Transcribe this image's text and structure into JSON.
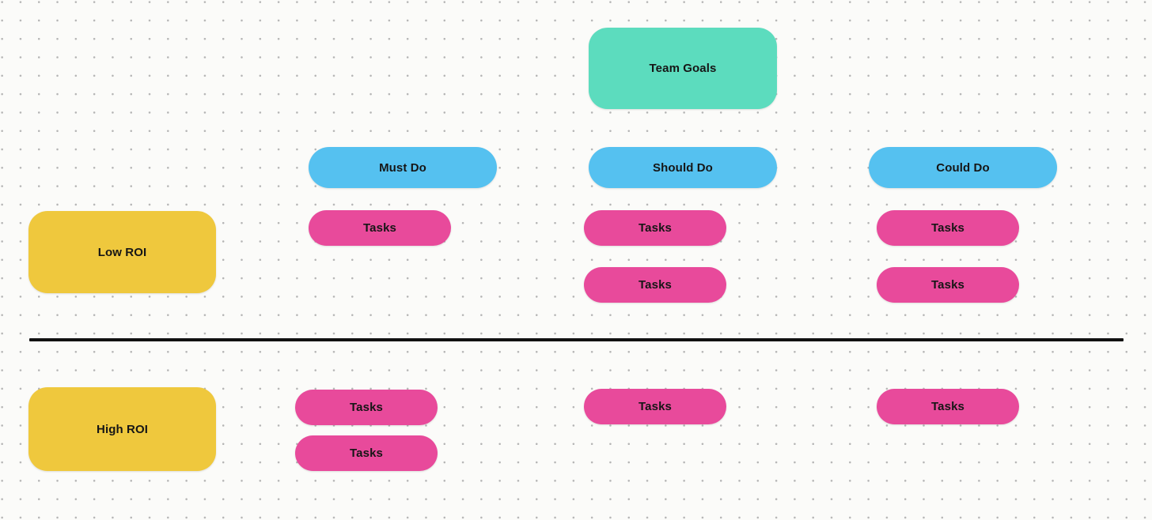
{
  "board": {
    "background": {
      "color": "#fbfbf9",
      "dot_color": "#b4b4b4"
    },
    "colors": {
      "teal": "#5cdcbe",
      "blue": "#55c1f0",
      "pink": "#e84a9b",
      "yellow": "#efc83d",
      "divider": "#111111"
    },
    "goal_node": {
      "label": "Team Goals"
    },
    "row_labels": {
      "upper": {
        "label": "Low ROI"
      },
      "lower": {
        "label": "High ROI"
      }
    },
    "upper": {
      "columns": [
        {
          "header": "Must Do",
          "tasks": [
            "Tasks"
          ]
        },
        {
          "header": "Should Do",
          "tasks": [
            "Tasks",
            "Tasks"
          ]
        },
        {
          "header": "Could Do",
          "tasks": [
            "Tasks",
            "Tasks"
          ]
        }
      ]
    },
    "lower": {
      "columns": [
        {
          "tasks": [
            "Tasks",
            "Tasks"
          ]
        },
        {
          "tasks": [
            "Tasks"
          ]
        },
        {
          "tasks": [
            "Tasks"
          ]
        }
      ]
    }
  }
}
